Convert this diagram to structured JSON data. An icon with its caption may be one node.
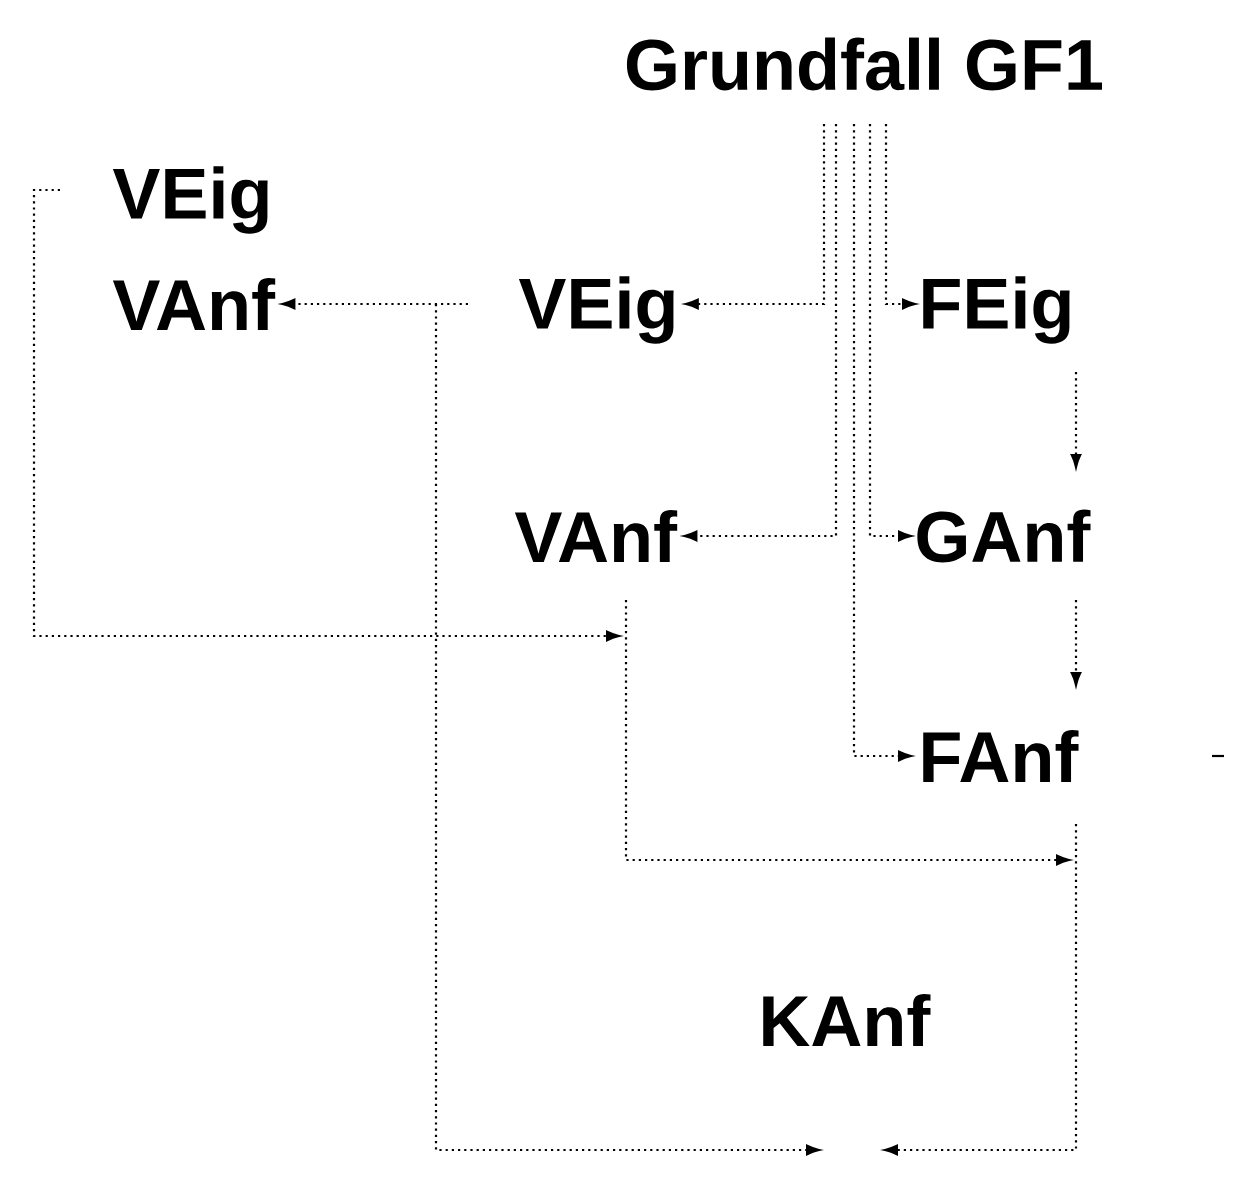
{
  "diagram": {
    "nodes": [
      {
        "text": [
          "Grundfall GF1"
        ]
      },
      {
        "text": [
          "VEig"
        ]
      },
      {
        "text": [
          "VAnf"
        ]
      },
      {
        "text": [
          "VEig"
        ]
      },
      {
        "text": [
          "FEig"
        ]
      },
      {
        "text": [
          "VAnf"
        ]
      },
      {
        "text": [
          "GAnf"
        ]
      },
      {
        "text": [
          "FAnf"
        ]
      },
      {
        "text": [
          "KAnf"
        ]
      }
    ],
    "edges": [
      {
        "from": 0,
        "to": 3,
        "arrow": "to"
      },
      {
        "from": 0,
        "to": 4,
        "arrow": "to"
      },
      {
        "from": 0,
        "to": 5,
        "arrow": "to"
      },
      {
        "from": 0,
        "to": 6,
        "arrow": "to"
      },
      {
        "from": 0,
        "to": 7,
        "arrow": "to"
      },
      {
        "from": 4,
        "to": 6,
        "arrow": "to"
      },
      {
        "from": 6,
        "to": 7,
        "arrow": "to"
      },
      {
        "from": 3,
        "to": 2,
        "arrow": "to"
      },
      {
        "from": 3,
        "to": 8,
        "arrow": "to"
      },
      {
        "from": 1,
        "to": 5,
        "arrow": "to"
      },
      {
        "from": 5,
        "to": 7,
        "arrow": "to"
      },
      {
        "from": 7,
        "to": 8,
        "arrow": "to"
      }
    ]
  }
}
